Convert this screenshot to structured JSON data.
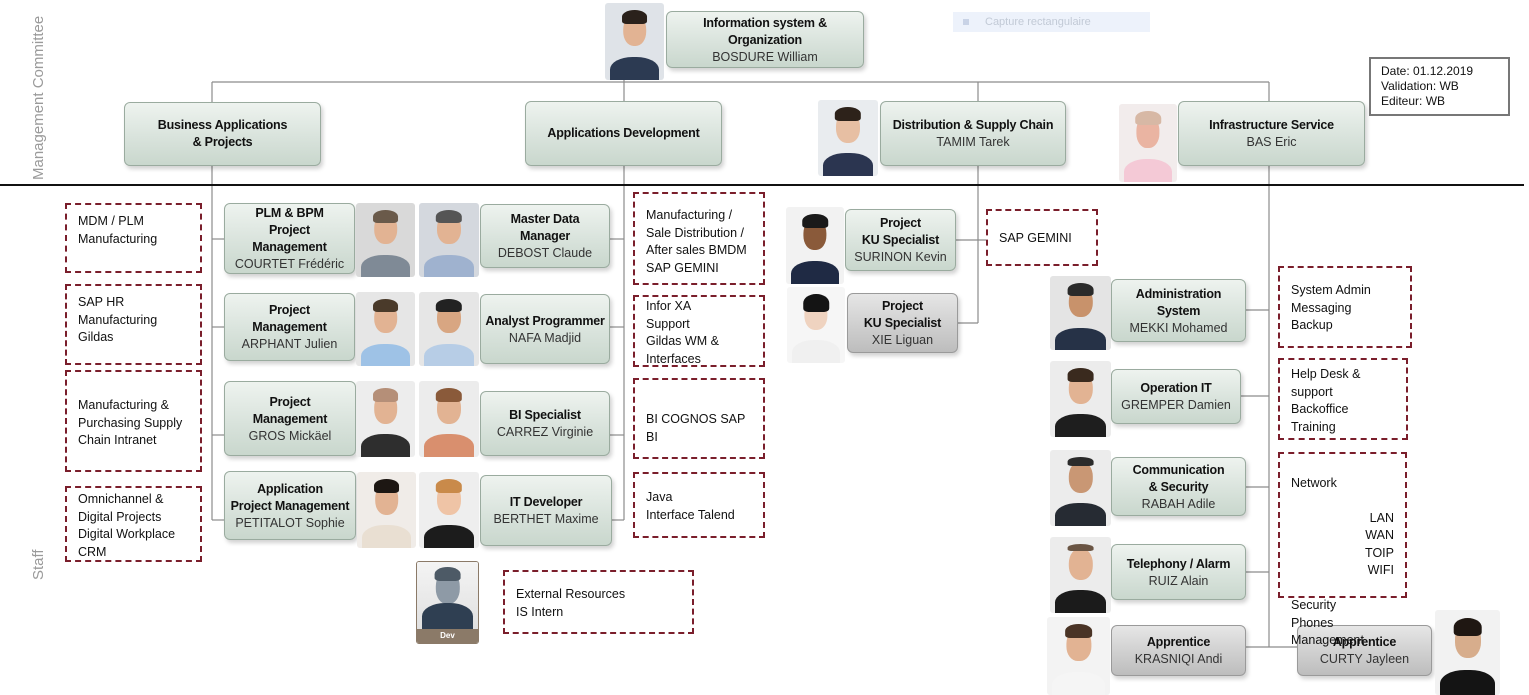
{
  "side_labels": {
    "management": "Management Committee",
    "staff": "Staff"
  },
  "capture_tool": {
    "label": "Capture rectangulaire"
  },
  "date_box": {
    "date": "Date: 01.12.2019",
    "validation": "Validation: WB",
    "editeur": "Editeur: WB"
  },
  "boxes": {
    "top": {
      "title": "Information system &\nOrganization",
      "name": "BOSDURE William"
    },
    "business": {
      "title": "Business Applications\n& Projects",
      "name": ""
    },
    "appdev": {
      "title": "Applications Development",
      "name": ""
    },
    "distribution": {
      "title": "Distribution & Supply Chain",
      "name": "TAMIM Tarek"
    },
    "infrastructure": {
      "title": "Infrastructure Service",
      "name": "BAS Eric"
    },
    "plm": {
      "title": "PLM & BPM\nProject\nManagement",
      "name": "COURTET Frédéric"
    },
    "pm_arphant": {
      "title": "Project\nManagement",
      "name": "ARPHANT Julien"
    },
    "pm_gros": {
      "title": "Project\nManagement",
      "name": "GROS Mickäel"
    },
    "app_pm": {
      "title": "Application\nProject Management",
      "name": "PETITALOT Sophie"
    },
    "mdm": {
      "title": "Master Data\nManager",
      "name": "DEBOST Claude"
    },
    "analyst": {
      "title": "Analyst Programmer",
      "name": "NAFA Madjid"
    },
    "bi": {
      "title": "BI Specialist",
      "name": "CARREZ Virginie"
    },
    "itdev": {
      "title": "IT Developer",
      "name": "BERTHET Maxime"
    },
    "ku_surinon": {
      "title": "Project\nKU Specialist",
      "name": "SURINON Kevin"
    },
    "ku_xie": {
      "title": "Project\nKU Specialist",
      "name": "XIE Liguan"
    },
    "admin": {
      "title": "Administration\nSystem",
      "name": "MEKKI Mohamed"
    },
    "opit": {
      "title": "Operation IT",
      "name": "GREMPER Damien"
    },
    "comm": {
      "title": "Communication\n& Security",
      "name": "RABAH Adile"
    },
    "tel": {
      "title": "Telephony / Alarm",
      "name": "RUIZ Alain"
    },
    "app_krasniqi": {
      "title": "Apprentice",
      "name": "KRASNIQI Andi"
    },
    "app_curty": {
      "title": "Apprentice",
      "name": "CURTY Jayleen"
    }
  },
  "notes": {
    "mdm_plm": "MDM / PLM\nManufacturing",
    "saphr": "SAP HR\nManufacturing\nGildas",
    "mfg_purch": "Manufacturing &\nPurchasing Supply\nChain Intranet",
    "omni": "Omnichannel &\nDigital Projects\nDigital Workplace\nCRM",
    "mfg_sale": "Manufacturing /\nSale Distribution /\nAfter sales BMDM\nSAP GEMINI",
    "infor": "Infor XA\nSupport\nGildas WM &\nInterfaces",
    "cognos": "BI COGNOS SAP BI",
    "java": "Java\nInterface Talend",
    "external": "External Resources\nIS Intern",
    "sap_gemini": "SAP GEMINI",
    "sysadmin": "System Admin\nMessaging\nBackup",
    "helpdesk": "Help Desk &\nsupport\nBackoffice\nTraining",
    "network_title": "Network",
    "network_items": "LAN\nWAN\nTOIP\nWIFI",
    "security": "Security\nPhones\nManagement"
  },
  "dev_avatar": {
    "label": "Dev"
  },
  "colors": {
    "box_fill": "#d9e3dc",
    "note_border": "#7a1e2b",
    "line": "#8c8c8c"
  }
}
